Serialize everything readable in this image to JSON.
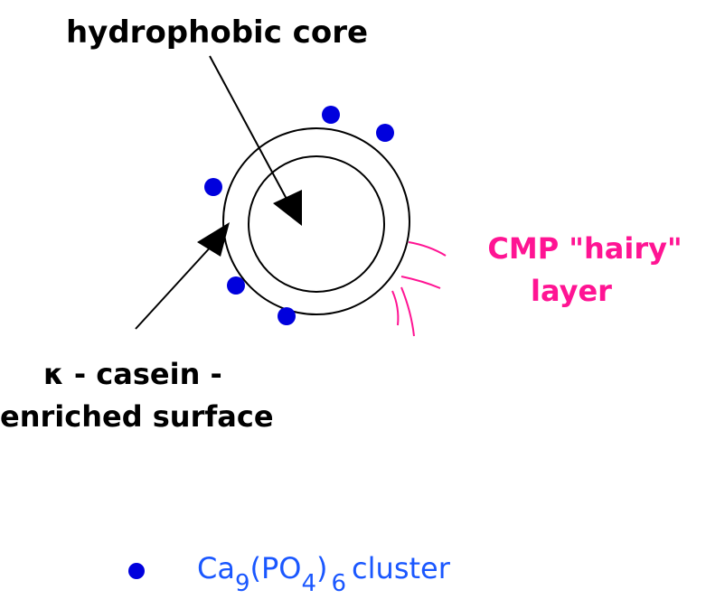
{
  "diagram": {
    "labels": {
      "core": "hydrophobic core",
      "surface_line1": "κ - casein -",
      "surface_line2": "enriched surface",
      "hairy_line1": "CMP \"hairy\"",
      "hairy_line2": "layer"
    },
    "legend": {
      "formula_ca": "Ca",
      "formula_sub9": "9",
      "formula_po": "(PO",
      "formula_sub4": "4",
      "formula_close": ")",
      "formula_sub6": "6",
      "formula_suffix": "cluster"
    },
    "colors": {
      "text": "#000000",
      "accent": "#ff1493",
      "cluster": "#0000dd",
      "legend_text": "#1a57ff",
      "line": "#000000"
    }
  }
}
